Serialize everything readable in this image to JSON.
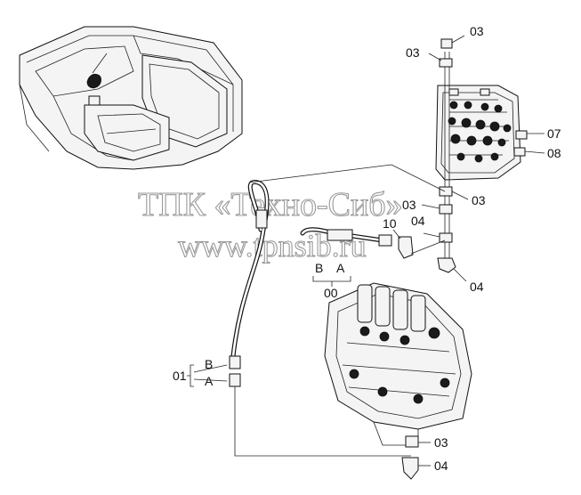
{
  "watermark": {
    "line1": "ТПК «Техно-Сиб»",
    "line2": "www.tpnsib.ru"
  },
  "callouts": {
    "c03_top_right": "03",
    "c03_top_left": "03",
    "c07": "07",
    "c08": "08",
    "c03_mid_right": "03",
    "c03_mid_left": "03",
    "c04_mid": "04",
    "c10": "10",
    "c04_right": "04",
    "c00_B": "B",
    "c00_A": "A",
    "c00": "00",
    "c01": "01",
    "c01_B": "B",
    "c01_A": "A",
    "c03_bottom": "03",
    "c04_bottom": "04"
  },
  "colors": {
    "line": "#111111",
    "watermark": "#9a9a9a",
    "background": "#ffffff"
  }
}
